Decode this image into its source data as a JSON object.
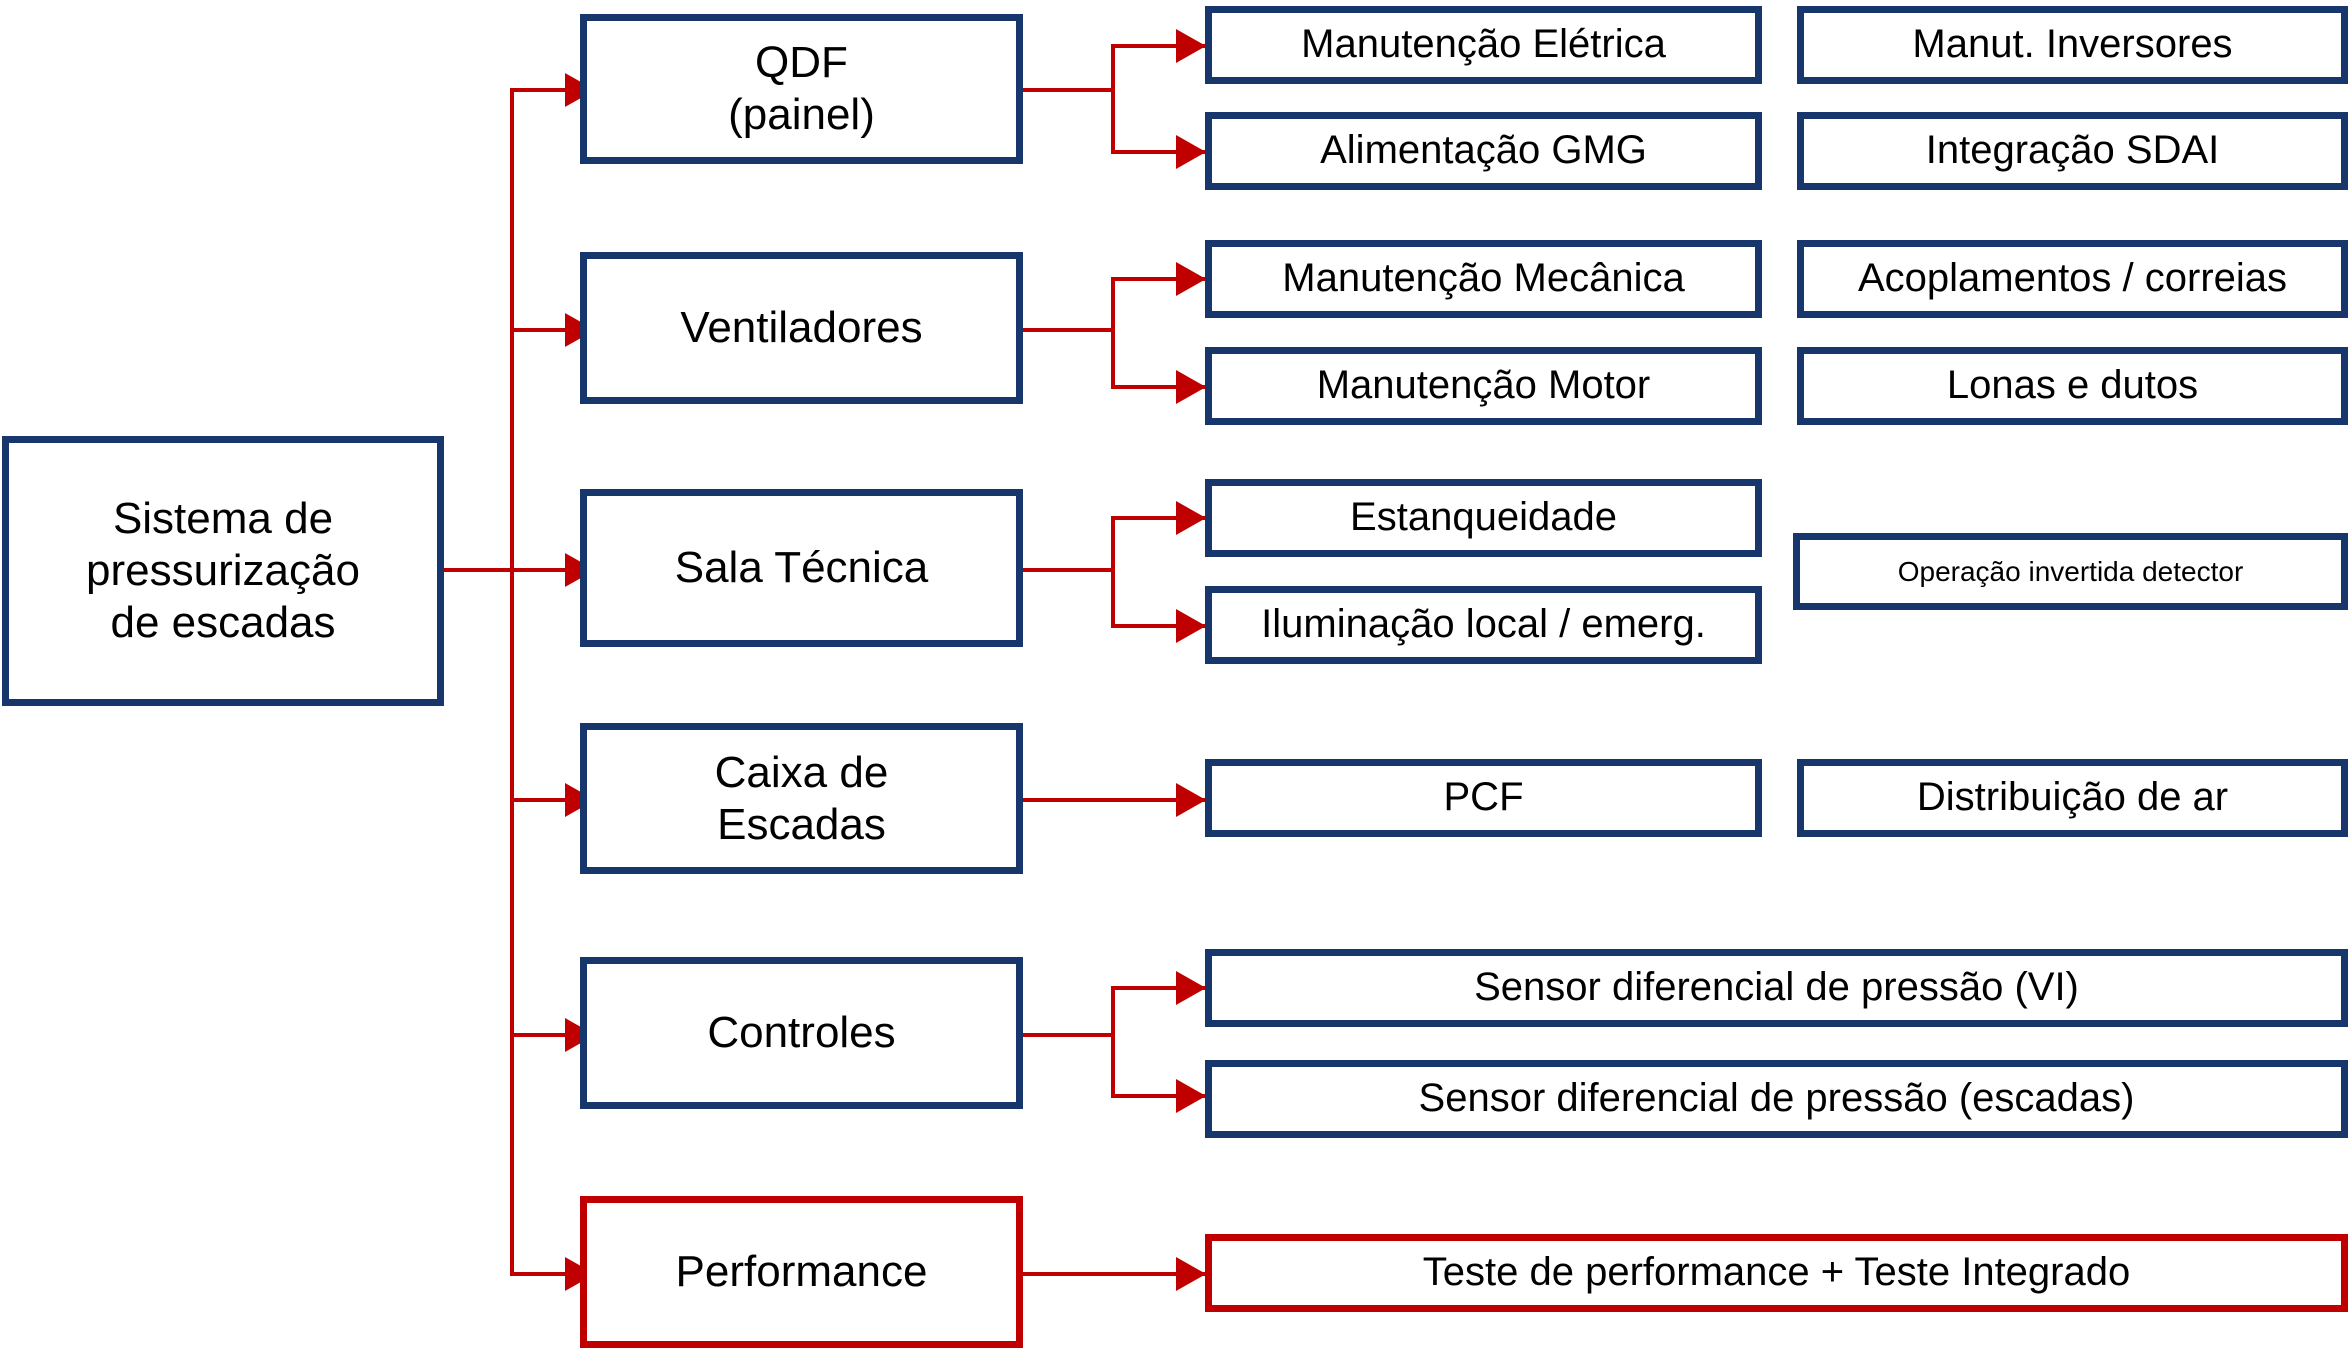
{
  "diagram": {
    "title": "Sistema de pressurizacao de escadas - arvore de manutencao",
    "colors": {
      "box_blue": "#17366B",
      "box_red": "#C00000",
      "connector_red": "#C00000",
      "text": "#000000",
      "background": "#FFFFFF"
    },
    "root": {
      "label": "Sistema de\npressurização\nde escadas",
      "line1": "Sistema de",
      "line2": "pressurização",
      "line3": "de escadas",
      "style": "blue"
    },
    "branches": [
      {
        "id": "qdf",
        "label_line1": "QDF",
        "label_line2": "(painel)",
        "style": "blue",
        "children": [
          {
            "label": "Manutenção Elétrica",
            "style": "blue",
            "connected": true
          },
          {
            "label": "Alimentação GMG",
            "style": "blue",
            "connected": true
          }
        ],
        "extras": [
          {
            "label": "Manut. Inversores",
            "style": "blue"
          },
          {
            "label": "Integração SDAI",
            "style": "blue"
          }
        ]
      },
      {
        "id": "ventiladores",
        "label_line1": "Ventiladores",
        "label_line2": "",
        "style": "blue",
        "children": [
          {
            "label": "Manutenção Mecânica",
            "style": "blue",
            "connected": true
          },
          {
            "label": "Manutenção Motor",
            "style": "blue",
            "connected": true
          }
        ],
        "extras": [
          {
            "label": "Acoplamentos / correias",
            "style": "blue"
          },
          {
            "label": "Lonas e dutos",
            "style": "blue"
          }
        ]
      },
      {
        "id": "sala-tecnica",
        "label_line1": "Sala Técnica",
        "label_line2": "",
        "style": "blue",
        "children": [
          {
            "label": "Estanqueidade",
            "style": "blue",
            "connected": true
          },
          {
            "label": "Iluminação local / emerg.",
            "style": "blue",
            "connected": true
          }
        ],
        "extras": [
          {
            "label": "Operação invertida detector",
            "style": "blue"
          }
        ]
      },
      {
        "id": "caixa-de-escadas",
        "label_line1": "Caixa de",
        "label_line2": "Escadas",
        "style": "blue",
        "children": [
          {
            "label": "PCF",
            "style": "blue",
            "connected": true
          }
        ],
        "extras": [
          {
            "label": "Distribuição de ar",
            "style": "blue"
          }
        ]
      },
      {
        "id": "controles",
        "label_line1": "Controles",
        "label_line2": "",
        "style": "blue",
        "children": [
          {
            "label": "Sensor diferencial de pressão (VI)",
            "style": "blue",
            "connected": true
          },
          {
            "label": "Sensor diferencial de pressão (escadas)",
            "style": "blue",
            "connected": true
          }
        ],
        "extras": []
      },
      {
        "id": "performance",
        "label_line1": "Performance",
        "label_line2": "",
        "style": "red",
        "children": [
          {
            "label": "Teste de performance + Teste Integrado",
            "style": "red",
            "connected": true
          }
        ],
        "extras": []
      }
    ]
  }
}
